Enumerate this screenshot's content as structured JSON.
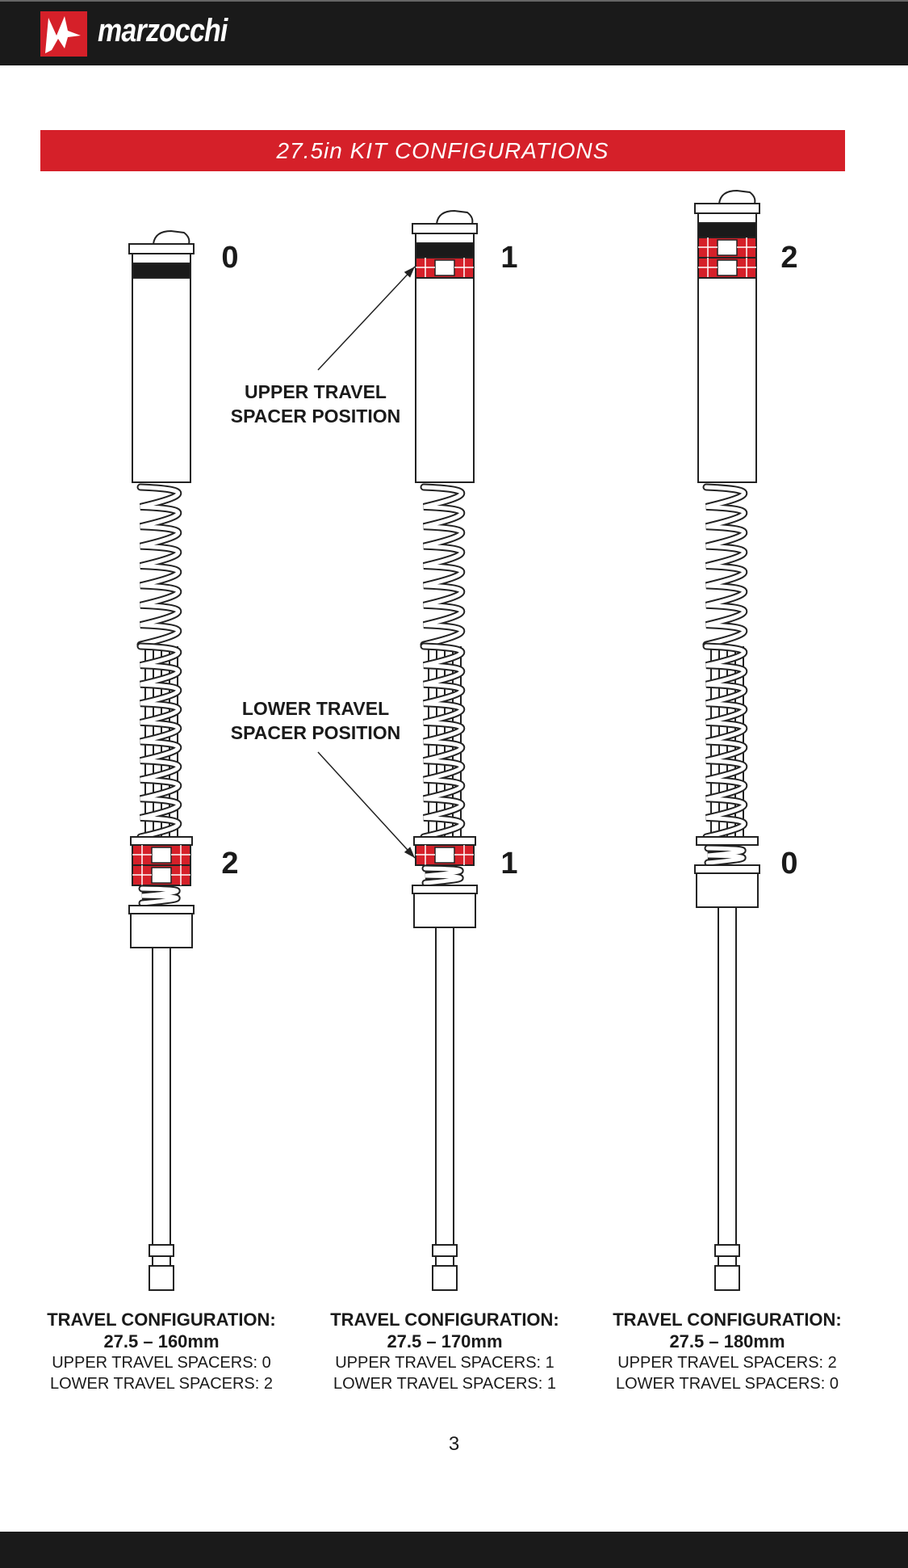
{
  "header": {
    "brand": "marzocchi"
  },
  "banner": {
    "title": "27.5in KIT CONFIGURATIONS"
  },
  "callouts": {
    "upper": [
      "UPPER TRAVEL",
      "SPACER POSITION"
    ],
    "lower": [
      "LOWER TRAVEL",
      "SPACER POSITION"
    ]
  },
  "colors": {
    "accent": "#d52029",
    "dark": "#1a1a1a"
  },
  "configs": [
    {
      "upper_count": "0",
      "lower_count": "2",
      "upper": 0,
      "lower": 2,
      "title": "TRAVEL CONFIGURATION:",
      "travel": "27.5 – 160mm",
      "upper_line": "UPPER TRAVEL SPACERS: 0",
      "lower_line": "LOWER TRAVEL SPACERS: 2"
    },
    {
      "upper_count": "1",
      "lower_count": "1",
      "upper": 1,
      "lower": 1,
      "title": "TRAVEL CONFIGURATION:",
      "travel": "27.5 – 170mm",
      "upper_line": "UPPER TRAVEL SPACERS: 1",
      "lower_line": "LOWER TRAVEL SPACERS: 1"
    },
    {
      "upper_count": "2",
      "lower_count": "0",
      "upper": 2,
      "lower": 0,
      "title": "TRAVEL CONFIGURATION:",
      "travel": "27.5 – 180mm",
      "upper_line": "UPPER TRAVEL SPACERS: 2",
      "lower_line": "LOWER TRAVEL SPACERS: 0"
    }
  ],
  "page": {
    "number": "3"
  }
}
